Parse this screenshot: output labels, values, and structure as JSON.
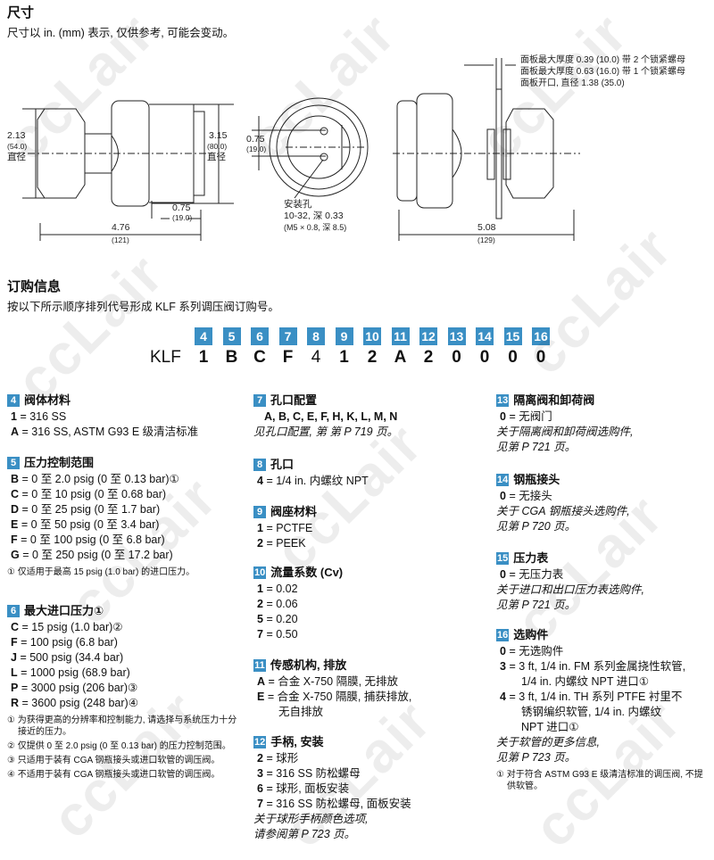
{
  "dimensions": {
    "title": "尺寸",
    "subtitle": "尺寸以 in. (mm) 表示, 仅供参考, 可能会变动。",
    "left": {
      "dia": "2.13",
      "dia_mm": "(54.0)",
      "dia_lbl": "直径",
      "body": "3.15",
      "body_mm": "(80.0)",
      "body_lbl": "直径",
      "port": "0.75",
      "port_mm": "(19.0)",
      "len": "4.76",
      "len_mm": "(121)"
    },
    "mid": {
      "spacing": "0.75",
      "spacing_mm": "(19.0)",
      "hole1": "安装孔",
      "hole2": "10-32, 深 0.33",
      "hole3": "(M5 × 0.8, 深 8.5)"
    },
    "right": {
      "note1": "面板最大厚度 0.39 (10.0) 带 2 个锁紧螺母",
      "note2": "面板最大厚度 0.63 (16.0) 带 1 个锁紧螺母",
      "note3": "面板开口, 直径 1.38 (35.0)",
      "len": "5.08",
      "len_mm": "(129)"
    }
  },
  "ordering": {
    "title": "订购信息",
    "subtitle": "按以下所示顺序排列代号形成 KLF 系列调压阀订购号。",
    "prefix": "KLF",
    "positions": [
      "4",
      "5",
      "6",
      "7",
      "8",
      "9",
      "10",
      "11",
      "12",
      "13",
      "14",
      "15",
      "16"
    ],
    "values": [
      "1",
      "B",
      "C",
      "F",
      "4",
      "1",
      "2",
      "A",
      "2",
      "0",
      "0",
      "0",
      "0"
    ]
  },
  "watermark": "ccLair",
  "sections": {
    "s4": {
      "num": "4",
      "title": "阀体材料",
      "items": [
        [
          "1",
          "= 316 SS"
        ],
        [
          "A",
          "= 316 SS, ASTM G93 E 级清洁标准"
        ]
      ]
    },
    "s5": {
      "num": "5",
      "title": "压力控制范围",
      "items": [
        [
          "B",
          "= 0 至 2.0 psig (0 至 0.13 bar)①"
        ],
        [
          "C",
          "= 0 至 10 psig (0 至 0.68 bar)"
        ],
        [
          "D",
          "= 0 至 25 psig (0 至 1.7 bar)"
        ],
        [
          "E",
          "= 0 至 50 psig (0 至 3.4 bar)"
        ],
        [
          "F",
          "= 0 至 100 psig (0 至 6.8 bar)"
        ],
        [
          "G",
          "= 0 至 250 psig (0 至 17.2 bar)"
        ]
      ],
      "fn": "① 仅适用于最高 15 psig (1.0 bar) 的进口压力。"
    },
    "s6": {
      "num": "6",
      "title": "最大进口压力①",
      "items": [
        [
          "C",
          "= 15 psig (1.0 bar)②"
        ],
        [
          "F",
          "= 100 psig (6.8 bar)"
        ],
        [
          "J",
          "= 500 psig (34.4 bar)"
        ],
        [
          "L",
          "= 1000 psig (68.9 bar)"
        ],
        [
          "P",
          "= 3000 psig (206 bar)③"
        ],
        [
          "R",
          "= 3600 psig (248 bar)④"
        ]
      ],
      "fns": [
        "① 为获得更高的分辨率和控制能力, 请选择与系统压力十分接近的压力。",
        "② 仅提供 0 至 2.0 psig (0 至 0.13 bar) 的压力控制范围。",
        "③ 只适用于装有 CGA 钢瓶接头或进口软管的调压阀。",
        "④ 不适用于装有 CGA 钢瓶接头或进口软管的调压阀。"
      ]
    },
    "s7": {
      "num": "7",
      "title": "孔口配置",
      "codes": "A, B, C, E, F, H, K, L, M, N",
      "note": "见孔口配置, 第 第 P 719 页。"
    },
    "s8": {
      "num": "8",
      "title": "孔口",
      "items": [
        [
          "4",
          "= 1/4 in. 内螺纹 NPT"
        ]
      ]
    },
    "s9": {
      "num": "9",
      "title": "阀座材料",
      "items": [
        [
          "1",
          "= PCTFE"
        ],
        [
          "2",
          "= PEEK"
        ]
      ]
    },
    "s10": {
      "num": "10",
      "title": "流量系数 (Cv)",
      "items": [
        [
          "1",
          "= 0.02"
        ],
        [
          "2",
          "= 0.06"
        ],
        [
          "5",
          "= 0.20"
        ],
        [
          "7",
          "= 0.50"
        ]
      ]
    },
    "s11": {
      "num": "11",
      "title": "传感机构, 排放",
      "items": [
        [
          "A",
          "= 合金 X-750 隔膜, 无排放"
        ],
        [
          "E",
          "= 合金 X-750 隔膜, 捕获排放,"
        ]
      ],
      "cont": "无自排放"
    },
    "s12": {
      "num": "12",
      "title": "手柄, 安装",
      "items": [
        [
          "2",
          "= 球形"
        ],
        [
          "3",
          "= 316 SS 防松螺母"
        ],
        [
          "6",
          "= 球形, 面板安装"
        ],
        [
          "7",
          "= 316 SS 防松螺母, 面板安装"
        ]
      ],
      "note1": "关于球形手柄颜色选项,",
      "note2": "请参阅第 P 723  页。"
    },
    "s13": {
      "num": "13",
      "title": "隔离阀和卸荷阀",
      "items": [
        [
          "0",
          "= 无阀门"
        ]
      ],
      "note1": "关于隔离阀和卸荷阀选购件,",
      "note2": "见第 P 721  页。"
    },
    "s14": {
      "num": "14",
      "title": "钢瓶接头",
      "items": [
        [
          "0",
          "= 无接头"
        ]
      ],
      "note1": "关于 CGA 钢瓶接头选购件,",
      "note2": "见第 P 720 页。"
    },
    "s15": {
      "num": "15",
      "title": "压力表",
      "items": [
        [
          "0",
          "= 无压力表"
        ]
      ],
      "note1": "关于进口和出口压力表选购件,",
      "note2": "见第 P 721 页。"
    },
    "s16": {
      "num": "16",
      "title": "选购件",
      "items": [
        [
          "0",
          "= 无选购件"
        ],
        [
          "3",
          "= 3 ft, 1/4 in. FM 系列金属挠性软管,"
        ],
        [
          "4",
          "= 3 ft, 1/4 in. TH 系列 PTFE 衬里不"
        ]
      ],
      "cont3": "1/4 in. 内螺纹 NPT 进口①",
      "cont4a": "锈钢编织软管, 1/4 in. 内螺纹",
      "cont4b": "NPT 进口①",
      "note1": "关于软管的更多信息,",
      "note2": "见第 P 723 页。",
      "fn": "① 对于符合 ASTM G93 E 级清洁标准的调压阀, 不提供软管。"
    }
  },
  "colors": {
    "accent": "#3a8fc4"
  }
}
